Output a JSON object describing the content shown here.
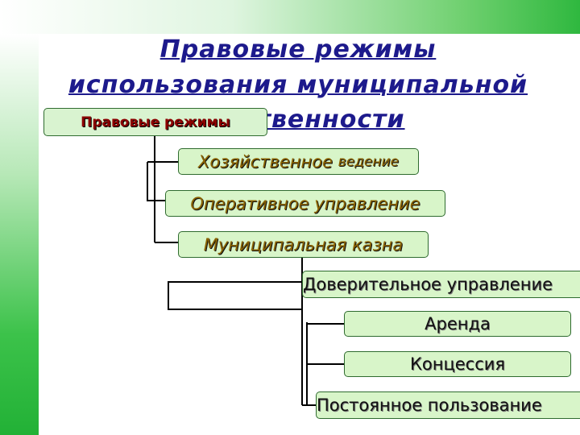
{
  "title": {
    "line1": "Правовые режимы",
    "line2": "использования муниципальной",
    "line3": "собственности"
  },
  "root": {
    "label": "Правовые режимы"
  },
  "regimes": {
    "economic_management": {
      "main": "Хозяйственное",
      "rest": "ведение"
    },
    "operational_management": "Оперативное управление",
    "municipal_treasury": "Муниципальная казна"
  },
  "treasury_forms": [
    "Доверительное управление",
    "Аренда",
    "Концессия",
    "Постоянное пользование"
  ],
  "colors": {
    "title": "#1d1a8c",
    "box_fill": "#d8f5c9",
    "root_text": "#8b0000",
    "gold_text": "#8a6200",
    "accent_green": "#2fb83f"
  }
}
